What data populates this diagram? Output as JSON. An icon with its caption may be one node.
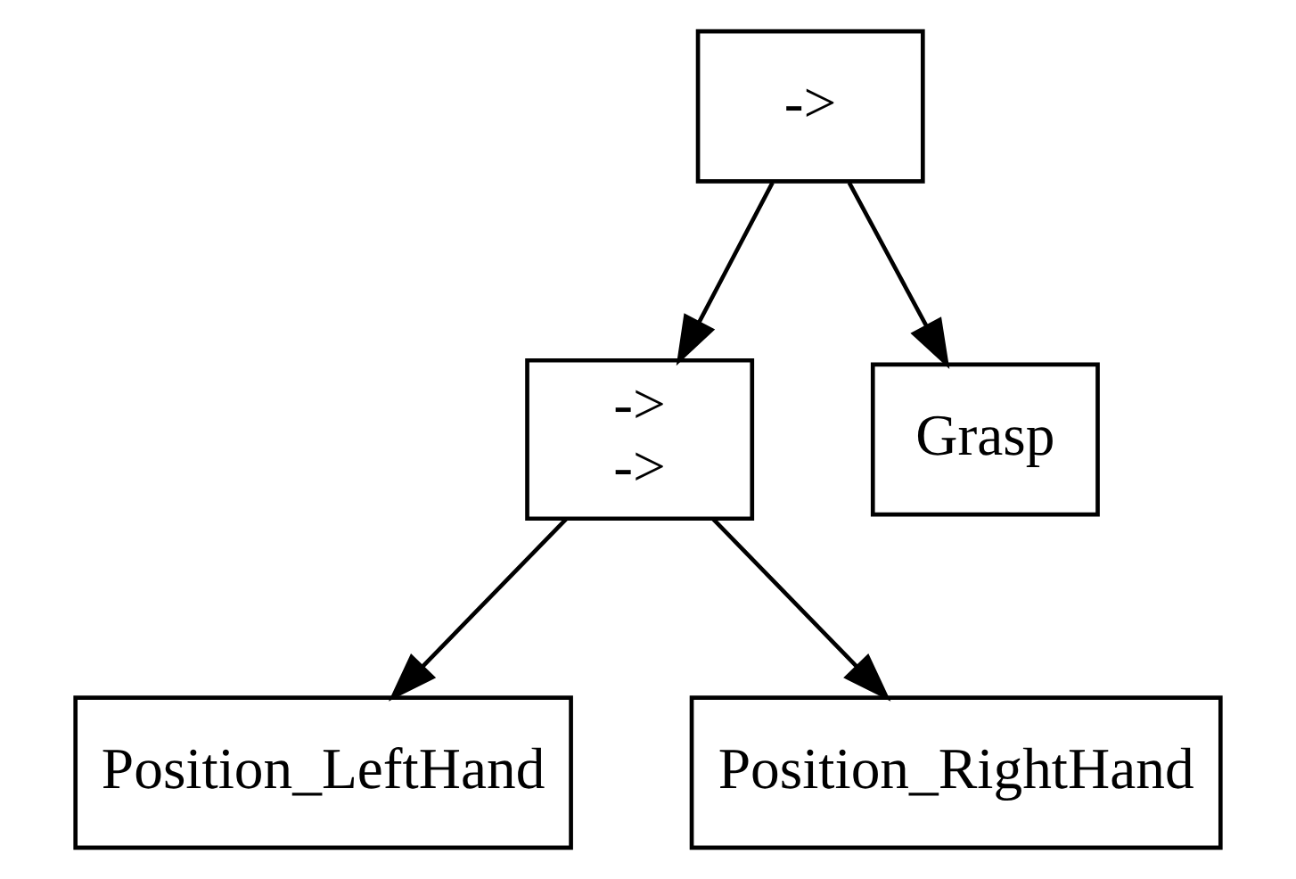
{
  "diagram": {
    "nodes": [
      {
        "text": [
          "->"
        ]
      },
      {
        "text": [
          "->",
          "->"
        ]
      },
      {
        "text": [
          "Grasp"
        ]
      },
      {
        "text": [
          "Position_LeftHand"
        ]
      },
      {
        "text": [
          "Position_RightHand"
        ]
      }
    ],
    "edges": [
      {
        "from": 0,
        "to": 1,
        "arrow": "to"
      },
      {
        "from": 0,
        "to": 2,
        "arrow": "to"
      },
      {
        "from": 1,
        "to": 3,
        "arrow": "to"
      },
      {
        "from": 1,
        "to": 4,
        "arrow": "to"
      }
    ]
  }
}
